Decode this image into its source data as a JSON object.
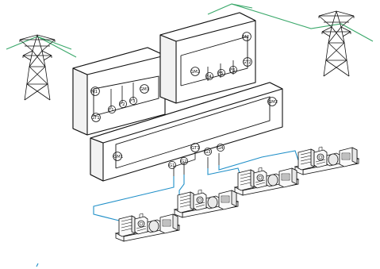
{
  "colors": {
    "cable": "#1f8fc8",
    "grid_line": "#3aa86a",
    "outline": "#111111"
  },
  "labels": {
    "m1": "M1",
    "gt1_left": "GT1",
    "f1": "F1",
    "f2": "F2",
    "f3": "F3",
    "gm1_left": "GM1",
    "m2": "M2",
    "gt2": "GT2",
    "gm2_top": "GM2",
    "f4": "F4",
    "f5": "F5",
    "f6": "F6",
    "gm1_bottom": "GM1",
    "gm2_bottom": "GM2",
    "gt1_bottom": "GT1",
    "g1": "G1",
    "g2": "G2",
    "g3": "G3",
    "g4": "G4"
  },
  "icons": {
    "transmission_tower": "transmission-tower-icon",
    "generator_set": "generator-set-icon"
  }
}
